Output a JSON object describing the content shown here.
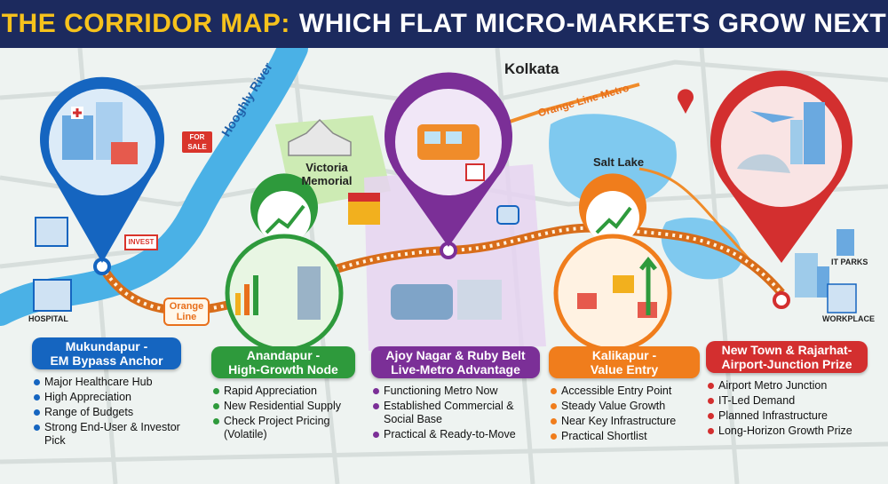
{
  "header": {
    "title_accent": "THE CORRIDOR MAP:",
    "title_main": "WHICH FLAT MICRO-MARKETS GROW NEXT"
  },
  "map_labels": {
    "city": "Kolkata",
    "river": "Hooghly River",
    "landmark": "Victoria Memorial",
    "lake": "Salt Lake",
    "metro_line": "Orange Line Metro",
    "orange_tag": "Orange Line",
    "for_sale": "FOR SALE",
    "invest": "INVEST",
    "hospital": "HOSPITAL",
    "it_parks": "IT PARKS",
    "workplace": "WORKPLACE"
  },
  "colors": {
    "blue": "#1565c0",
    "green": "#2e9a3c",
    "purple": "#7b2f97",
    "orange": "#f07d1c",
    "red": "#d32f2f",
    "rail": "#d86d1a"
  },
  "markets": [
    {
      "title_1": "Mukundapur -",
      "title_2": "EM Bypass Anchor",
      "points": [
        "Major Healthcare Hub",
        "High Appreciation",
        "Range of Budgets",
        "Strong End-User & Investor Pick"
      ]
    },
    {
      "title_1": "Anandapur -",
      "title_2": "High-Growth Node",
      "points": [
        "Rapid Appreciation",
        "New Residential Supply",
        "Check Project Pricing (Volatile)"
      ]
    },
    {
      "title_1": "Ajoy Nagar & Ruby Belt",
      "title_2": "Live-Metro Advantage",
      "points": [
        "Functioning Metro Now",
        "Established Commercial & Social Base",
        "Practical & Ready-to-Move"
      ]
    },
    {
      "title_1": "Kalikapur -",
      "title_2": "Value Entry",
      "points": [
        "Accessible Entry Point",
        "Steady Value Growth",
        "Near Key Infrastructure",
        "Practical Shortlist"
      ]
    },
    {
      "title_1": "New Town & Rajarhat-",
      "title_2": "Airport-Junction Prize",
      "points": [
        "Airport Metro Junction",
        "IT-Led Demand",
        "Planned Infrastructure",
        "Long-Horizon Growth Prize"
      ]
    }
  ]
}
